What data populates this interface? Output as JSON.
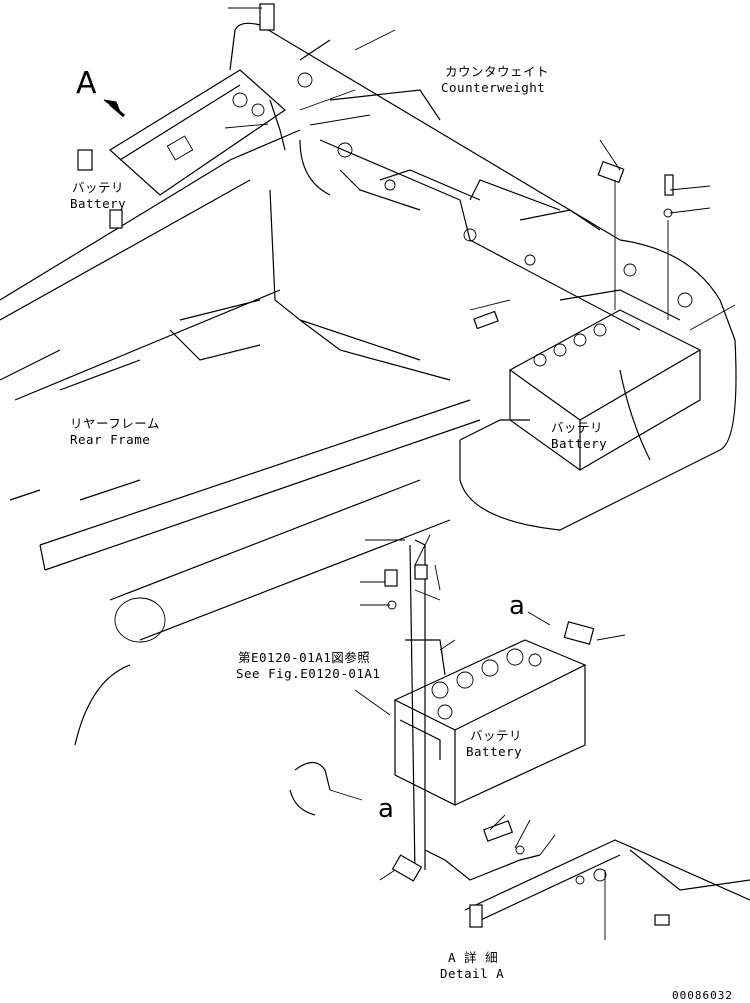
{
  "labels": {
    "counterweight_jp": "カウンタウェイト",
    "counterweight_en": "Counterweight",
    "battery_top_jp": "バッテリ",
    "battery_top_en": "Battery",
    "battery_right_jp": "バッテリ",
    "battery_right_en": "Battery",
    "battery_detail_jp": "バッテリ",
    "battery_detail_en": "Battery",
    "rear_frame_jp": "リヤーフレーム",
    "rear_frame_en": "Rear Frame",
    "see_fig_jp": "第E0120-01A1図参照",
    "see_fig_en": "See Fig.E0120-01A1",
    "detail_jp": "A 詳 細",
    "detail_en": "Detail A",
    "view_a": "A",
    "ref_a_top": "a",
    "ref_a_bottom": "a",
    "drawing_code": "00086032"
  }
}
